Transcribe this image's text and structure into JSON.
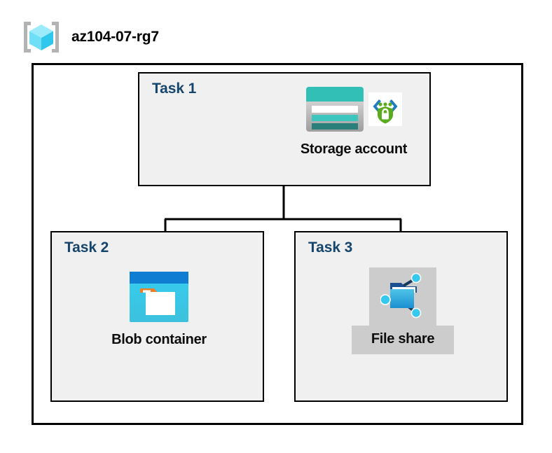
{
  "header": {
    "title": "az104-07-rg7",
    "icon": "resource-group-icon"
  },
  "boundary": {
    "name": "resource-group-boundary"
  },
  "tasks": [
    {
      "id": "task-1",
      "label": "Task 1",
      "node": {
        "caption": "Storage account",
        "icons": [
          "storage-account-icon",
          "encryption-shield-icon"
        ],
        "selected": false
      }
    },
    {
      "id": "task-2",
      "label": "Task 2",
      "node": {
        "caption": "Blob container",
        "icons": [
          "blob-container-icon"
        ],
        "selected": false
      }
    },
    {
      "id": "task-3",
      "label": "Task 3",
      "node": {
        "caption": "File share",
        "icons": [
          "file-share-icon"
        ],
        "selected": true
      }
    }
  ],
  "connectors": [
    {
      "from": "task-1",
      "to": "task-2"
    },
    {
      "from": "task-1",
      "to": "task-3"
    }
  ],
  "colors": {
    "task_label": "#15456c",
    "box_fill": "#f0f0f0",
    "box_border": "#000000",
    "canvas": "#ffffff",
    "selection_highlight": "#cccccc",
    "storage_teal": "#32bfb6",
    "storage_teal_dark": "#2a7f7b",
    "blob_blue": "#0f7dd1",
    "blob_cyan": "#32c8e8",
    "blob_orange": "#f07d28",
    "shield_green": "#5aab1e",
    "share_node_cyan": "#35c9f0",
    "share_folder_blue": "#2e9fd4",
    "rg_cube_cyan": "#7fe2f7",
    "rg_bracket_grey": "#b3b3b3"
  }
}
